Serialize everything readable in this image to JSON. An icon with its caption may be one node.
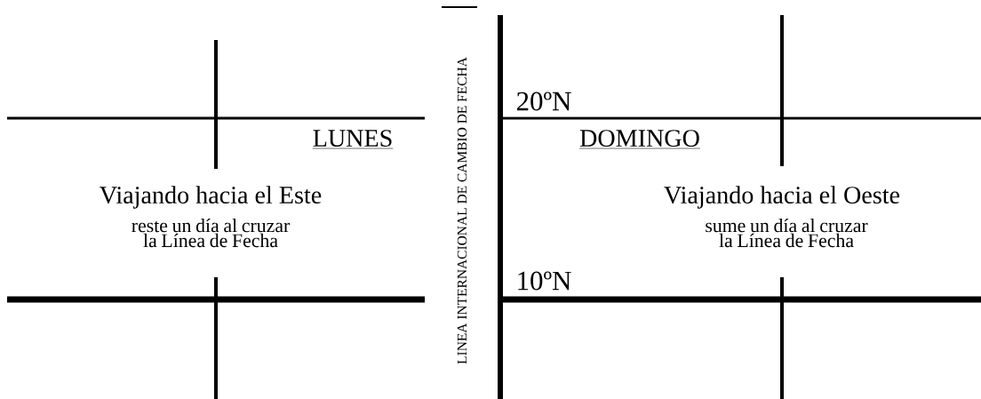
{
  "diagram": {
    "labels": [
      "LINEA INTERNACIONAL DE CAMBIO DE FECHA",
      "20ºN",
      "LUNES",
      "DOMINGO",
      "Viajando hacia el Este",
      "reste un día al cruzar la Línea de Fecha",
      "Viajando hacia el Oeste",
      "sume un día al cruzar la Línea de Fecha",
      "10ºN"
    ]
  }
}
